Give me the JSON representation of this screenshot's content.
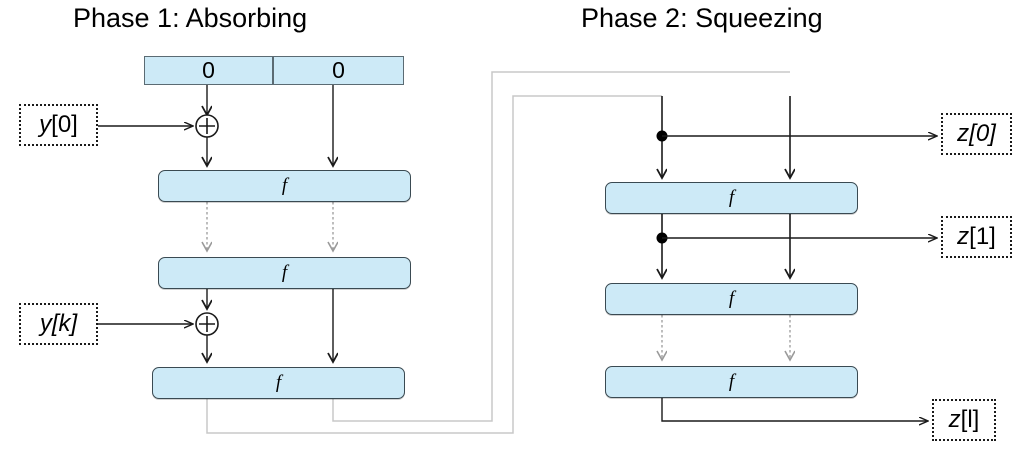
{
  "diagram": {
    "title_absorbing": "Phase 1: Absorbing",
    "title_squeezing": "Phase 2: Squeezing",
    "colors": {
      "block_fill": "#cdeaf7",
      "block_stroke": "#3a4a52",
      "arrow_black": "#1a1a1a",
      "arrow_gray": "#9a9a9a",
      "feedback_gray": "#c8c8c8",
      "background": "#ffffff"
    }
  },
  "state": {
    "rate_label": "0",
    "capacity_label": "0"
  },
  "function_label": "f",
  "absorbing": {
    "f_labels": [
      "f",
      "f",
      "f"
    ],
    "inputs": [
      {
        "var": "y",
        "index": "[0]"
      },
      {
        "var": "y",
        "index": "[k]"
      }
    ]
  },
  "squeezing": {
    "f_labels": [
      "f",
      "f",
      "f"
    ],
    "outputs": [
      {
        "var": "z",
        "index": "[0]"
      },
      {
        "var": "z",
        "index": "[1]"
      },
      {
        "var": "z",
        "index": "[l]"
      }
    ]
  }
}
